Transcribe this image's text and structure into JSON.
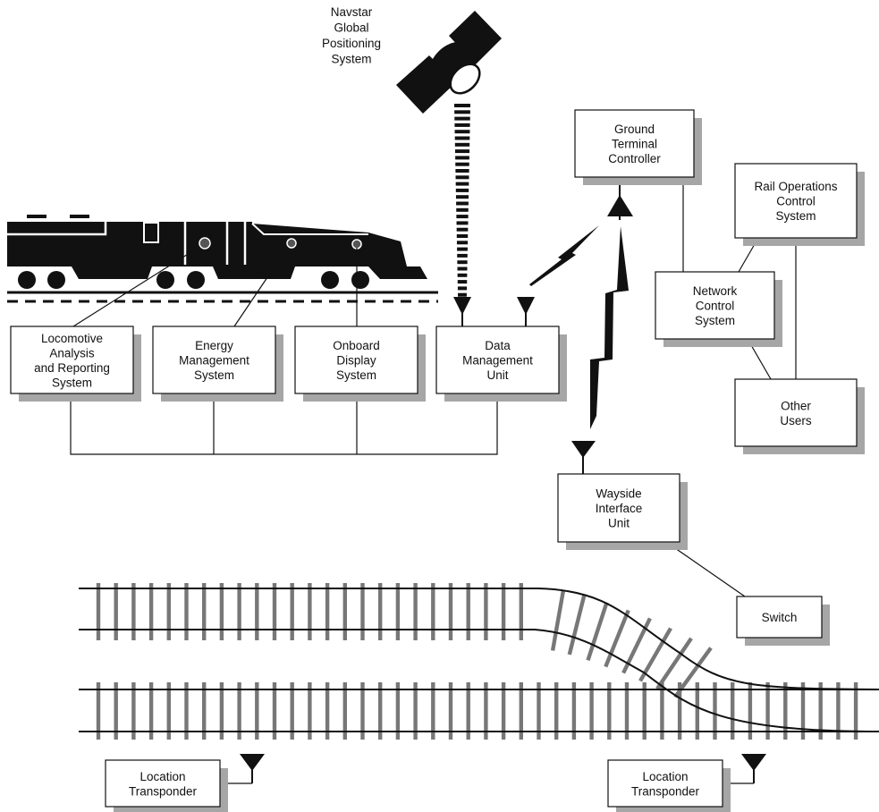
{
  "satellite_label": [
    "Navstar",
    "Global",
    "Positioning",
    "System"
  ],
  "boxes": {
    "locomotive_analysis": [
      "Locomotive",
      "Analysis",
      "and Reporting",
      "System"
    ],
    "energy_management": [
      "Energy",
      "Management",
      "System"
    ],
    "onboard_display": [
      "Onboard",
      "Display",
      "System"
    ],
    "data_management": [
      "Data",
      "Management",
      "Unit"
    ],
    "ground_terminal": [
      "Ground",
      "Terminal",
      "Controller"
    ],
    "rail_operations": [
      "Rail Operations",
      "Control",
      "System"
    ],
    "network_control": [
      "Network",
      "Control",
      "System"
    ],
    "other_users": [
      "Other",
      "Users"
    ],
    "wayside_interface": [
      "Wayside",
      "Interface",
      "Unit"
    ],
    "switch": [
      "Switch"
    ],
    "location_transponder_left": [
      "Location",
      "Transponder"
    ],
    "location_transponder_right": [
      "Location",
      "Transponder"
    ]
  },
  "colors": {
    "ink": "#111111",
    "shadow": "#a6a6a6",
    "tie": "#777777"
  }
}
